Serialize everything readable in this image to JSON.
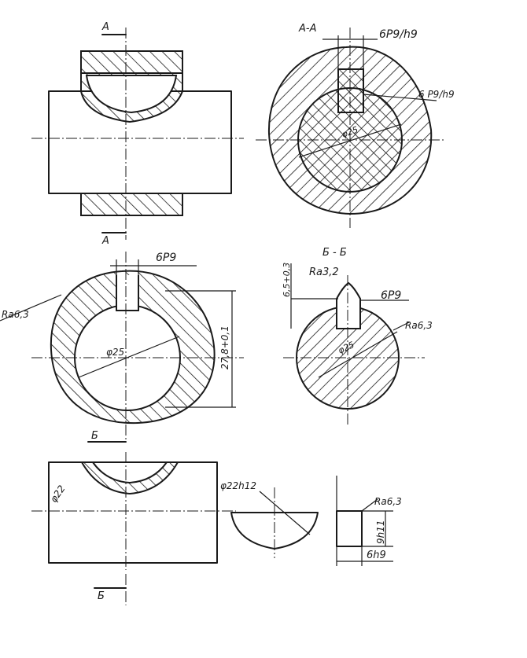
{
  "views": {
    "top_left": {
      "section_label_top": "A",
      "section_label_bottom": "A"
    },
    "section_aa": {
      "title": "A-A",
      "fit_top": "6P9/h9",
      "fit_side": "6 P9/h9",
      "diameter": "φ25"
    },
    "hub_view": {
      "slot_width": "6P9",
      "roughness": "Ra6,3",
      "diameter": "φ25",
      "height_dim": "27,8+0,1",
      "section_label_top": "Б",
      "section_label_bottom": "Б"
    },
    "section_bb": {
      "title": "Б - Б",
      "depth_dim": "6,5+0,3",
      "roughness_top": "Ra3,2",
      "slot_width": "6P9",
      "roughness_side": "Ra6,3",
      "diameter": "φ25"
    },
    "shaft_view": {
      "key_diameter": "φ22"
    },
    "key_view": {
      "key_diameter": "φ22h12"
    },
    "key_side": {
      "roughness": "Ra6,3",
      "height": "9h11",
      "width": "6h9"
    }
  }
}
